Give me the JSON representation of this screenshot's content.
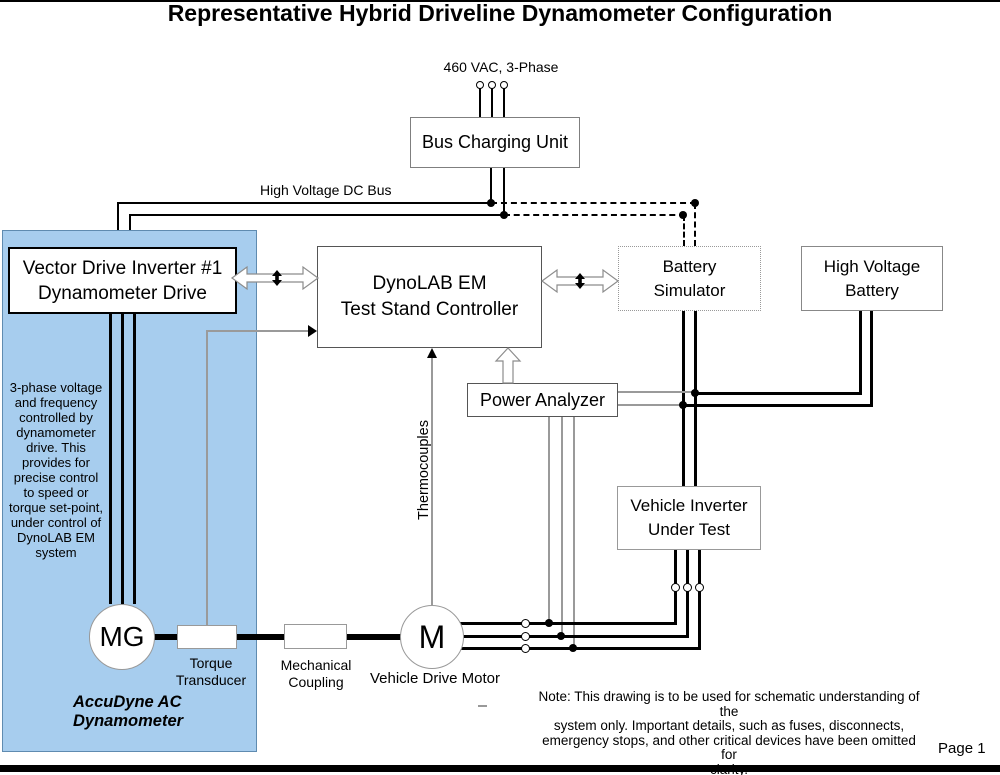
{
  "title": "Representative Hybrid Driveline Dynamometer Configuration",
  "labels": {
    "supply": "460 VAC, 3-Phase",
    "dc_bus": "High Voltage DC Bus",
    "thermocouples": "Thermocouples",
    "torque_transducer": "Torque\nTransducer",
    "mechanical_coupling": "Mechanical\nCoupling",
    "vehicle_drive_motor": "Vehicle Drive Motor",
    "accudyne": "AccuDyne AC\nDynamometer",
    "panel_note": "3-phase voltage\nand frequency\ncontrolled by\ndynamometer\ndrive. This\nprovides for\nprecise control\nto speed or\ntorque set-point,\nunder control of\nDynoLAB EM\nsystem",
    "page": "Page 1"
  },
  "boxes": {
    "bus_charging_unit": "Bus Charging Unit",
    "vector_drive_inverter": "Vector Drive Inverter #1\nDynamometer Drive",
    "dynolab": "DynoLAB EM\nTest Stand Controller",
    "battery_simulator": "Battery\nSimulator",
    "high_voltage_battery": "High Voltage\nBattery",
    "power_analyzer": "Power Analyzer",
    "vehicle_inverter": "Vehicle Inverter\nUnder Test"
  },
  "nodes": {
    "mg": "MG",
    "m": "M"
  },
  "note": "Note: This drawing is to be used for schematic understanding of the\nsystem only. Important details, such as fuses, disconnects,\nemergency stops, and other critical devices have been omitted for\nclarity.",
  "colors": {
    "panel_blue": "#A7CDEE",
    "line_black": "#000000",
    "border_gray": "#808080",
    "thin_line_gray": "#9a9a9a"
  }
}
